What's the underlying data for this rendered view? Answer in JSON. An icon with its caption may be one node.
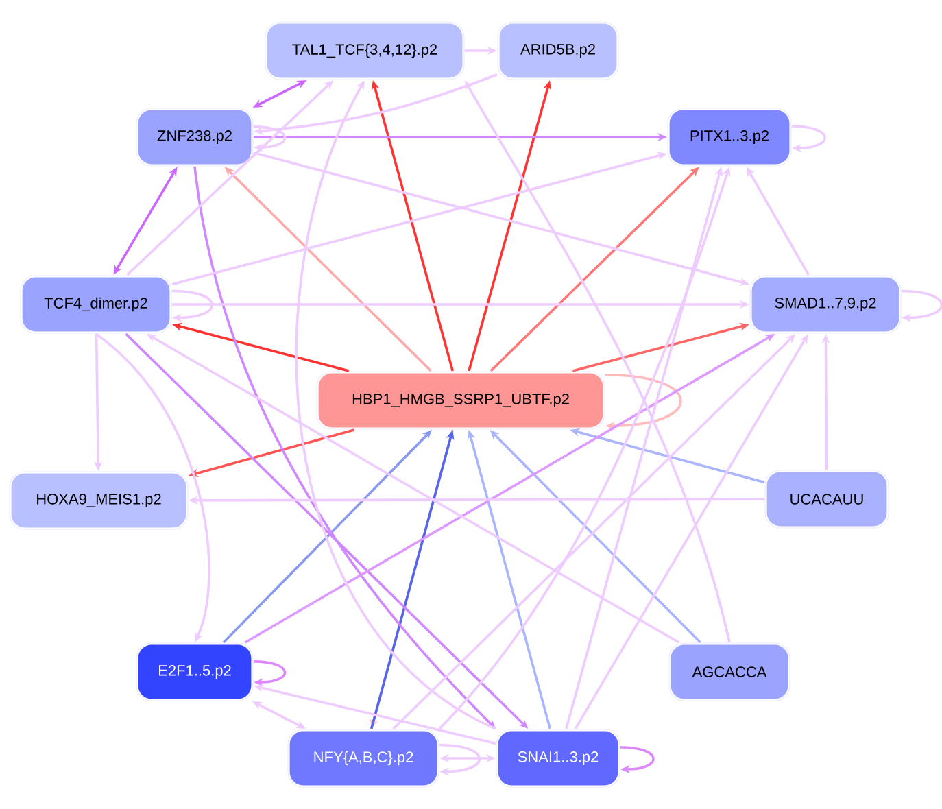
{
  "diagram": {
    "nodes": [
      {
        "text": [
          "TAL1_TCF{3,4,12}.p2"
        ]
      },
      {
        "text": [
          "ARID5B.p2"
        ]
      },
      {
        "text": [
          "ZNF238.p2"
        ]
      },
      {
        "text": [
          "PITX1..3.p2"
        ]
      },
      {
        "text": [
          "TCF4_dimer.p2"
        ]
      },
      {
        "text": [
          "SMAD1..7,9.p2"
        ]
      },
      {
        "text": [
          "HBP1_HMGB_SSRP1_UBTF.p2"
        ]
      },
      {
        "text": [
          "HOXA9_MEIS1.p2"
        ]
      },
      {
        "text": [
          "UCACAUU"
        ]
      },
      {
        "text": [
          "E2F1..5.p2"
        ]
      },
      {
        "text": [
          "AGCACCA"
        ]
      },
      {
        "text": [
          "NFY{A,B,C}.p2"
        ]
      },
      {
        "text": [
          "SNAI1..3.p2"
        ]
      }
    ],
    "edges": [
      {
        "from": 6,
        "to": 0,
        "arrow": "to",
        "color": "#ff3333"
      },
      {
        "from": 6,
        "to": 1,
        "arrow": "to",
        "color": "#ff3333"
      },
      {
        "from": 6,
        "to": 4,
        "arrow": "to",
        "color": "#ff3333"
      },
      {
        "from": 6,
        "to": 7,
        "arrow": "to",
        "color": "#ff5555"
      },
      {
        "from": 6,
        "to": 3,
        "arrow": "to",
        "color": "#ff7777"
      },
      {
        "from": 6,
        "to": 5,
        "arrow": "to",
        "color": "#ff6666"
      },
      {
        "from": 6,
        "to": 2,
        "arrow": "to",
        "color": "#ffaaaa"
      },
      {
        "from": 6,
        "to": 6,
        "arrow": "to",
        "color": "#ffbbbb"
      },
      {
        "from": 6,
        "to": 11,
        "arrow": "to",
        "color": "#ffc4c4"
      },
      {
        "from": 9,
        "to": 6,
        "arrow": "to",
        "color": "#8899ee"
      },
      {
        "from": 11,
        "to": 6,
        "arrow": "to",
        "color": "#5566ee"
      },
      {
        "from": 12,
        "to": 6,
        "arrow": "to",
        "color": "#aab4ff"
      },
      {
        "from": 10,
        "to": 6,
        "arrow": "to",
        "color": "#aab4ff"
      },
      {
        "from": 8,
        "to": 6,
        "arrow": "to",
        "color": "#aab4ff"
      },
      {
        "from": 2,
        "to": 0,
        "arrow": "both",
        "color": "#cc66ff"
      },
      {
        "from": 2,
        "to": 4,
        "arrow": "both",
        "color": "#cc66ff"
      },
      {
        "from": 2,
        "to": 3,
        "arrow": "to",
        "color": "#d088ff"
      },
      {
        "from": 2,
        "to": 12,
        "arrow": "to",
        "color": "#d088ff"
      },
      {
        "from": 4,
        "to": 12,
        "arrow": "to",
        "color": "#d088ff"
      },
      {
        "from": 9,
        "to": 5,
        "arrow": "to",
        "color": "#dd99ff"
      },
      {
        "from": 9,
        "to": 9,
        "arrow": "to",
        "color": "#dd88ff"
      },
      {
        "from": 12,
        "to": 12,
        "arrow": "to",
        "color": "#dd88ff"
      },
      {
        "from": 0,
        "to": 1,
        "arrow": "to"
      },
      {
        "from": 1,
        "to": 2,
        "arrow": "to"
      },
      {
        "from": 2,
        "to": 2,
        "arrow": "to"
      },
      {
        "from": 2,
        "to": 5,
        "arrow": "to"
      },
      {
        "from": 4,
        "to": 4,
        "arrow": "to"
      },
      {
        "from": 4,
        "to": 5,
        "arrow": "to"
      },
      {
        "from": 4,
        "to": 3,
        "arrow": "to"
      },
      {
        "from": 4,
        "to": 0,
        "arrow": "to"
      },
      {
        "from": 4,
        "to": 7,
        "arrow": "to"
      },
      {
        "from": 4,
        "to": 9,
        "arrow": "to"
      },
      {
        "from": 10,
        "to": 4,
        "arrow": "to"
      },
      {
        "from": 3,
        "to": 3,
        "arrow": "to"
      },
      {
        "from": 5,
        "to": 5,
        "arrow": "to"
      },
      {
        "from": 5,
        "to": 3,
        "arrow": "to"
      },
      {
        "from": 8,
        "to": 5,
        "arrow": "to"
      },
      {
        "from": 8,
        "to": 7,
        "arrow": "to"
      },
      {
        "from": 10,
        "to": 0,
        "arrow": "to"
      },
      {
        "from": 12,
        "to": 0,
        "arrow": "to"
      },
      {
        "from": 12,
        "to": 3,
        "arrow": "to"
      },
      {
        "from": 11,
        "to": 3,
        "arrow": "to"
      },
      {
        "from": 11,
        "to": 5,
        "arrow": "to"
      },
      {
        "from": 12,
        "to": 5,
        "arrow": "to"
      },
      {
        "from": 12,
        "to": 9,
        "arrow": "to"
      },
      {
        "from": 9,
        "to": 11,
        "arrow": "both"
      },
      {
        "from": 11,
        "to": 12,
        "arrow": "both"
      },
      {
        "from": 11,
        "to": 11,
        "arrow": "to"
      }
    ]
  }
}
